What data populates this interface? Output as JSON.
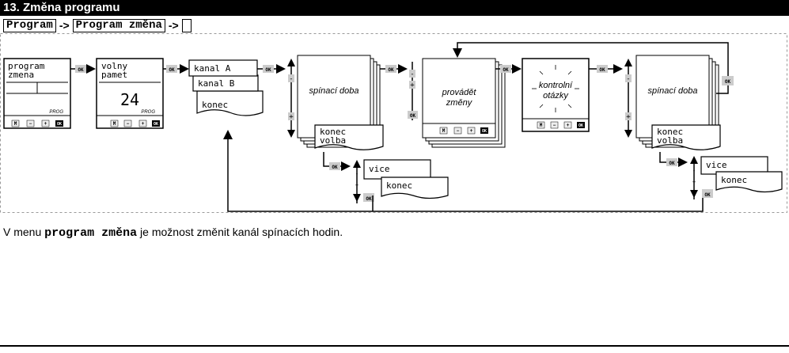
{
  "section_title": "13. Změna programu",
  "breadcrumb": {
    "items": [
      "Program",
      "Program změna"
    ],
    "separator": "->"
  },
  "description": {
    "prefix": "V menu ",
    "code": "program změna",
    "suffix": " je možnost změnit kanál spínacích hodin."
  },
  "diagram": {
    "device1": {
      "line1": "program",
      "line2": "zmena",
      "mode": "PROG"
    },
    "device2": {
      "line1": "volny",
      "line2": "pamet",
      "value": "24",
      "mode": "PROG"
    },
    "menu1": {
      "items": [
        "kanal A",
        "kanal B",
        "konec"
      ]
    },
    "panel_spinaci_1": {
      "label": "spínací doba",
      "tab_line1": "konec",
      "tab_line2": "volba"
    },
    "panel_provadet": {
      "line1": "provádět",
      "line2": "změny"
    },
    "panel_kontrolni": {
      "line1": "kontrolní",
      "line2": "otázky"
    },
    "panel_spinaci_2": {
      "label": "spínací doba",
      "tab_line1": "konec",
      "tab_line2": "volba"
    },
    "sub_menu_1": {
      "items": [
        "vice",
        "konec"
      ]
    },
    "sub_menu_2": {
      "items": [
        "vice",
        "konec"
      ]
    },
    "keys": {
      "menu": "M",
      "minus": "−",
      "plus": "+",
      "ok": "OK",
      "minus_small": "-",
      "plus_small": "+"
    }
  }
}
